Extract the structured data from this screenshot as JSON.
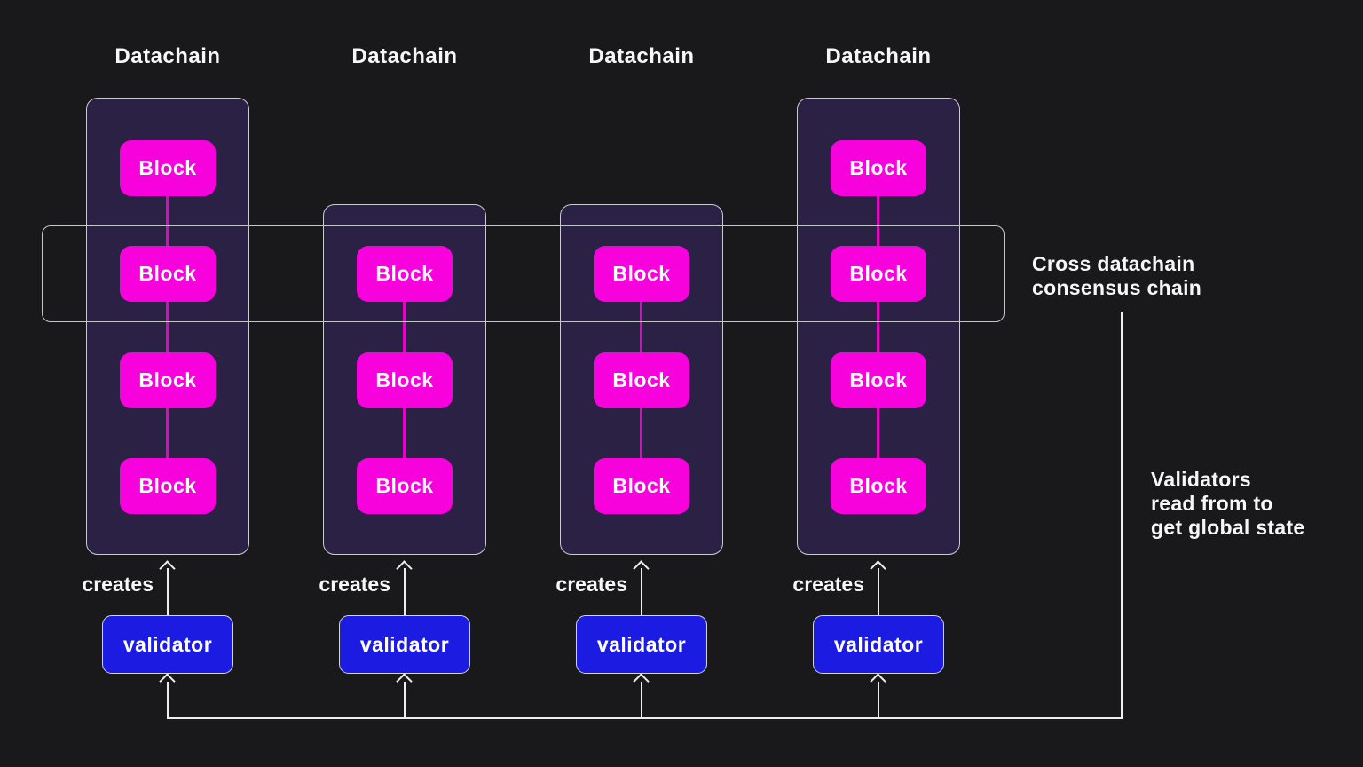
{
  "diagram": {
    "columns": [
      {
        "title": "Datachain",
        "blocks": [
          "Block",
          "Block",
          "Block",
          "Block"
        ],
        "creates_label": "creates",
        "validator_label": "validator"
      },
      {
        "title": "Datachain",
        "blocks": [
          "Block",
          "Block",
          "Block"
        ],
        "creates_label": "creates",
        "validator_label": "validator"
      },
      {
        "title": "Datachain",
        "blocks": [
          "Block",
          "Block",
          "Block"
        ],
        "creates_label": "creates",
        "validator_label": "validator"
      },
      {
        "title": "Datachain",
        "blocks": [
          "Block",
          "Block",
          "Block",
          "Block"
        ],
        "creates_label": "creates",
        "validator_label": "validator"
      }
    ],
    "consensus_band_label": "Cross datachain\nconsensus chain",
    "validators_note": "Validators\nread from to\nget global state",
    "colors": {
      "background": "#19191b",
      "block_pink": "#f702dc",
      "container_purple": "#2b2144",
      "validator_blue": "#1c1be2",
      "border_gray": "#c9cdd2",
      "line_white": "#ededed",
      "text_white": "#f7f7f7"
    }
  }
}
